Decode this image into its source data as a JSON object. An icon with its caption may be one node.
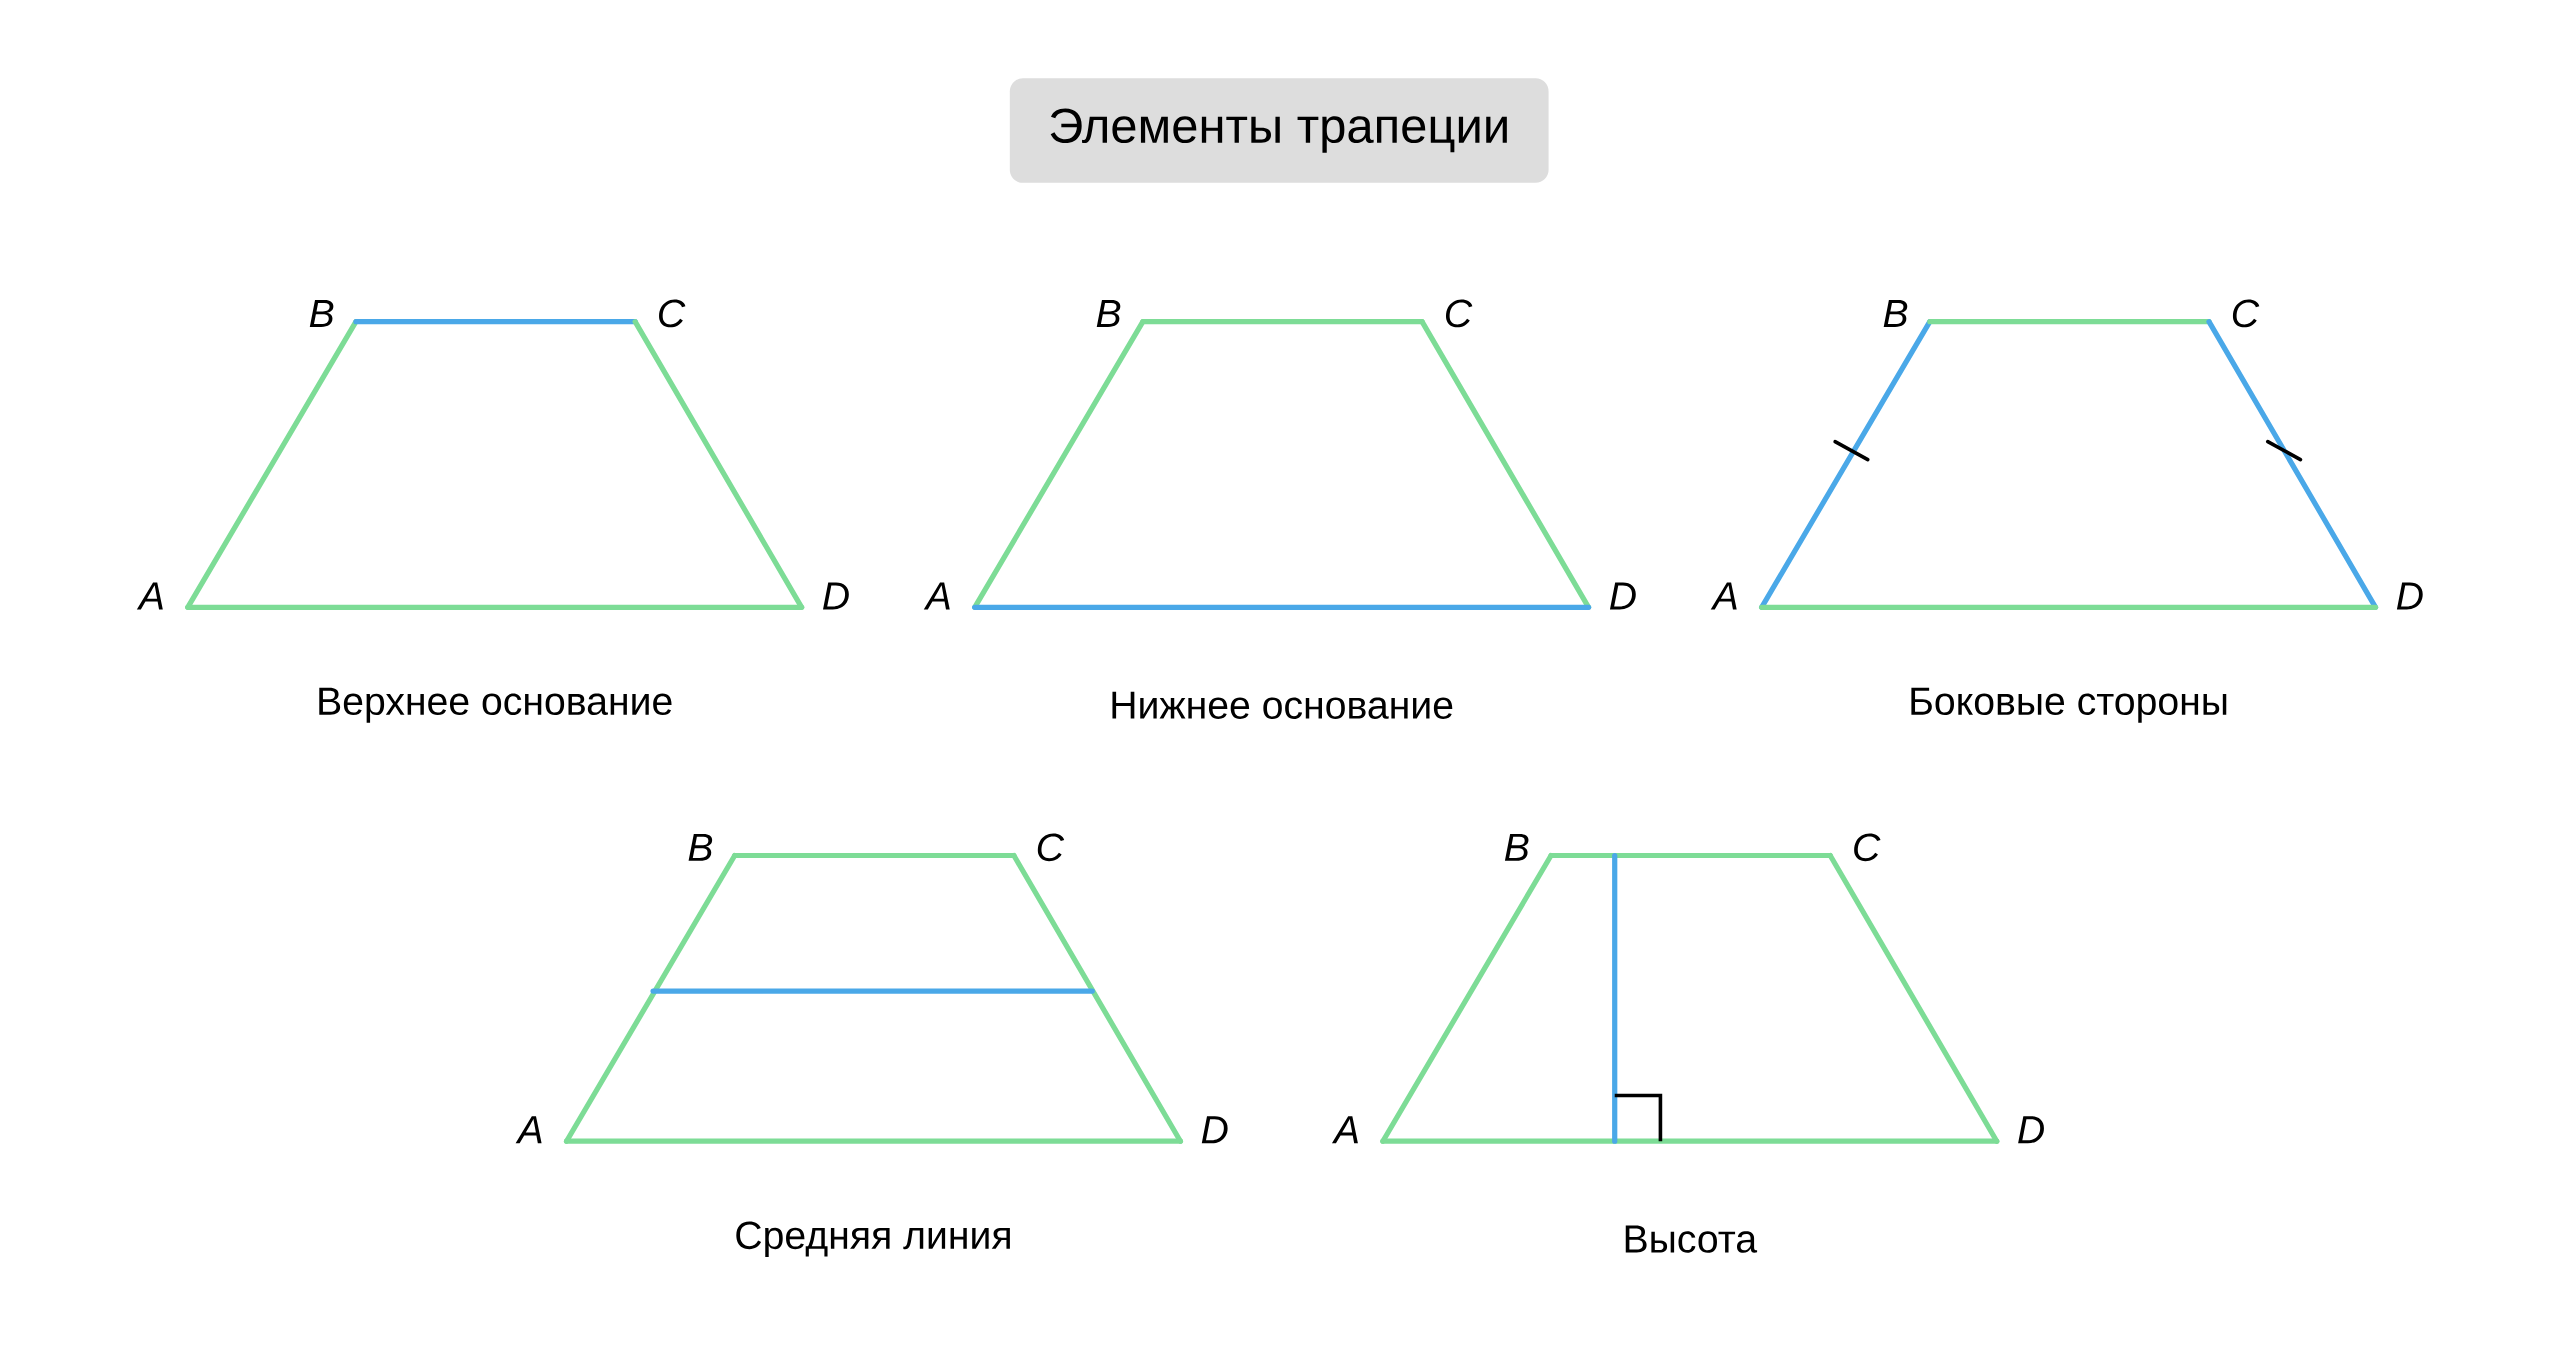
{
  "diagram": {
    "title": "Элементы трапеции",
    "labels": [
      "B",
      "C",
      "A",
      "D",
      "Верхнее основание",
      "B",
      "C",
      "A",
      "D",
      "Нижнее основание",
      "B",
      "C",
      "A",
      "D",
      "Боковые стороны",
      "B",
      "C",
      "A",
      "D",
      "Средняя линия",
      "B",
      "C",
      "A",
      "D",
      "Высота"
    ]
  }
}
